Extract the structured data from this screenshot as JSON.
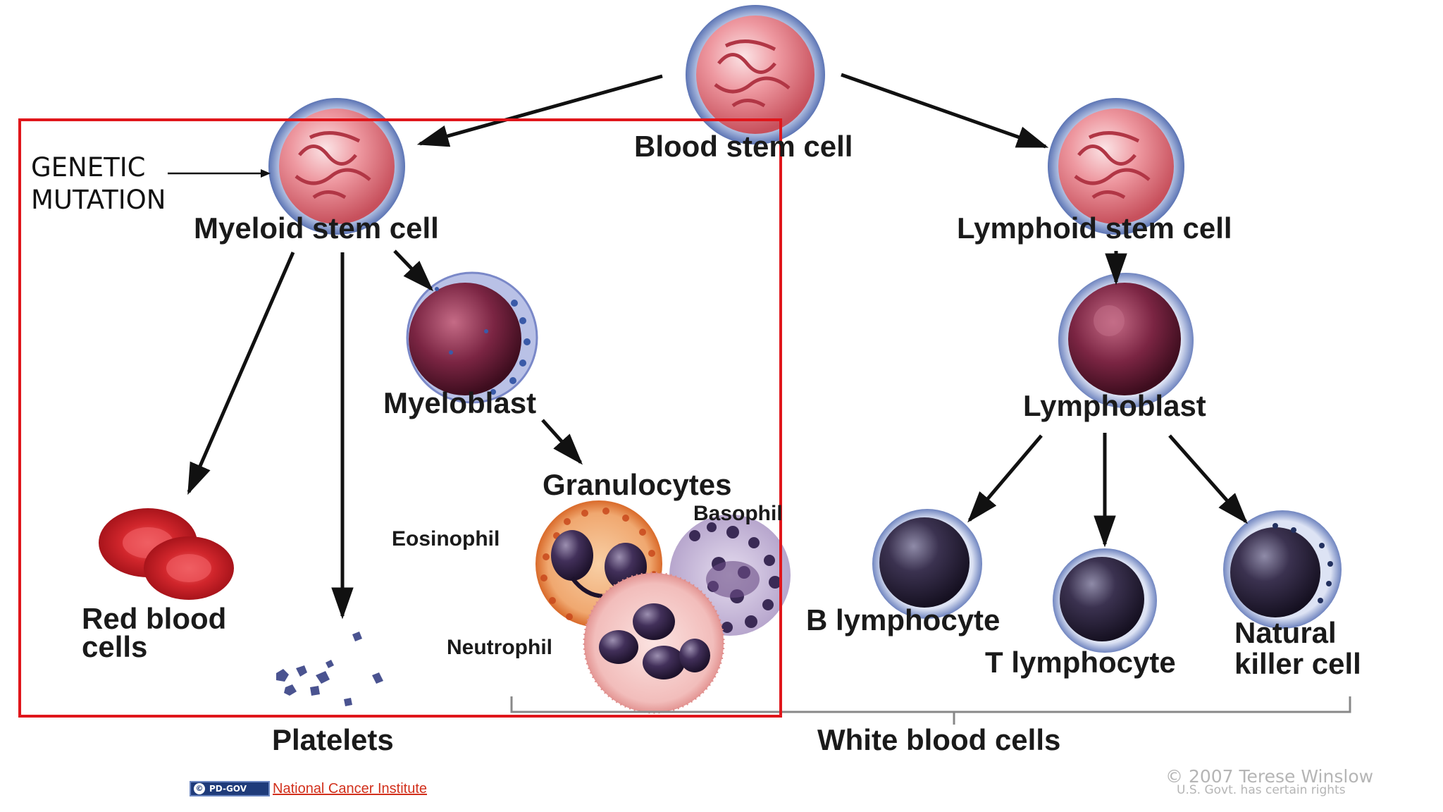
{
  "diagram": {
    "blood_stem_cell": "Blood stem cell",
    "myeloid_stem_cell": "Myeloid stem cell",
    "lymphoid_stem_cell": "Lymphoid stem cell",
    "genetic_mutation_line1": "GENETIC",
    "genetic_mutation_line2": "MUTATION",
    "myeloblast": "Myeloblast",
    "lymphoblast": "Lymphoblast",
    "granulocytes": "Granulocytes",
    "eosinophil": "Eosinophil",
    "basophil": "Basophil",
    "neutrophil": "Neutrophil",
    "red_blood_cells_line1": "Red blood",
    "red_blood_cells_line2": "cells",
    "platelets": "Platelets",
    "b_lymphocyte": "B lymphocyte",
    "t_lymphocyte": "T lymphocyte",
    "natural_killer_line1": "Natural",
    "natural_killer_line2": "killer cell",
    "white_blood_cells": "White blood cells",
    "copyright_line1": "© 2007 Terese Winslow",
    "copyright_line2": "U.S. Govt. has certain rights"
  },
  "credit": {
    "badge_label": "PD-GOV",
    "source_link": "National Cancer Institute"
  },
  "colors": {
    "highlight_box": "#e0161b",
    "stem_nucleus": "#e87a84",
    "stem_membrane": "#6d86c0",
    "blast_nucleus": "#6b1f38",
    "red_cell": "#d8262c",
    "eosinophil_granules": "#e0763a",
    "neutrophil_cytoplasm": "#f3c5c5",
    "basophil": "#8e6fa8",
    "lymphocyte_nucleus": "#2a2338"
  }
}
